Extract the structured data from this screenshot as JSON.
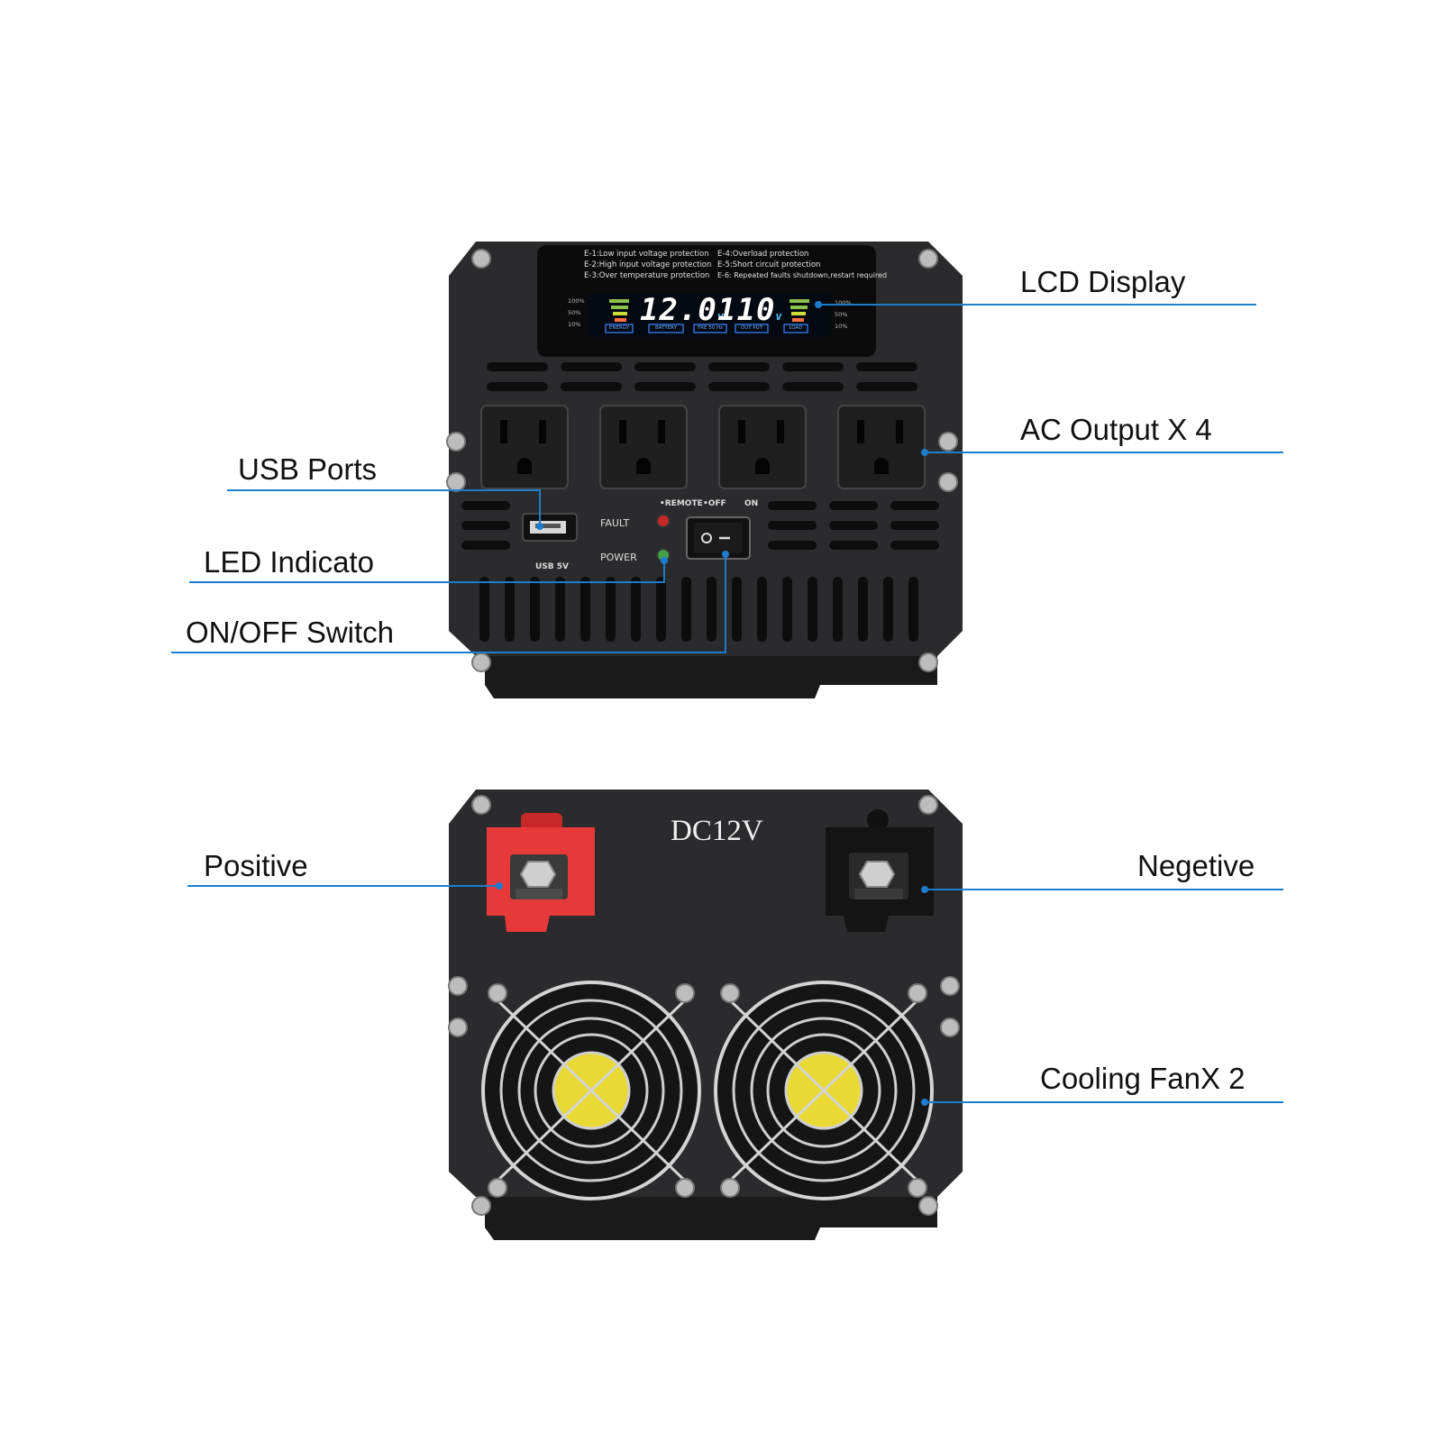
{
  "callouts": {
    "lcd_display": "LCD Display",
    "ac_output": "AC Output X 4",
    "usb_ports": "USB Ports",
    "led_indicator": "LED Indicato",
    "on_off_switch": "ON/OFF Switch",
    "positive": "Positive",
    "negative": "Negetive",
    "cooling_fan": "Cooling FanX 2"
  },
  "front_panel": {
    "error_codes_left": [
      "E-1:Low input voltage protection",
      "E-2:High input voltage protection",
      "E-3:Over temperature protection"
    ],
    "error_codes_right": [
      "E-4:Overload protection",
      "E-5:Short circuit protection",
      "E-6: Repeated faults shutdown,restart required"
    ],
    "lcd": {
      "input_voltage": "12.0",
      "output_voltage": "110",
      "unit": "v",
      "left_scale": [
        "100%",
        "50%",
        "10%"
      ],
      "right_scale": [
        "100%",
        "50%",
        "10%"
      ],
      "tags": [
        "ENERGY",
        "BATTERY",
        "FRE 50 Hz",
        "OUT PUT",
        "LOAD"
      ]
    },
    "usb_label": "USB 5V",
    "fault_label": "FAULT",
    "power_label": "POWER",
    "switch_labels": {
      "remote": "•REMOTE",
      "off": "•OFF",
      "on": "ON"
    }
  },
  "rear_panel": {
    "voltage_label": "DC12V"
  },
  "colors": {
    "callout_line": "#1e7ccc",
    "panel": "#2b2b2d",
    "lcd_digits": "#ffffff",
    "positive_terminal": "#e8393a",
    "fault_led": "#c62828",
    "power_led": "#43a047",
    "fan_label": "#e8d935"
  }
}
